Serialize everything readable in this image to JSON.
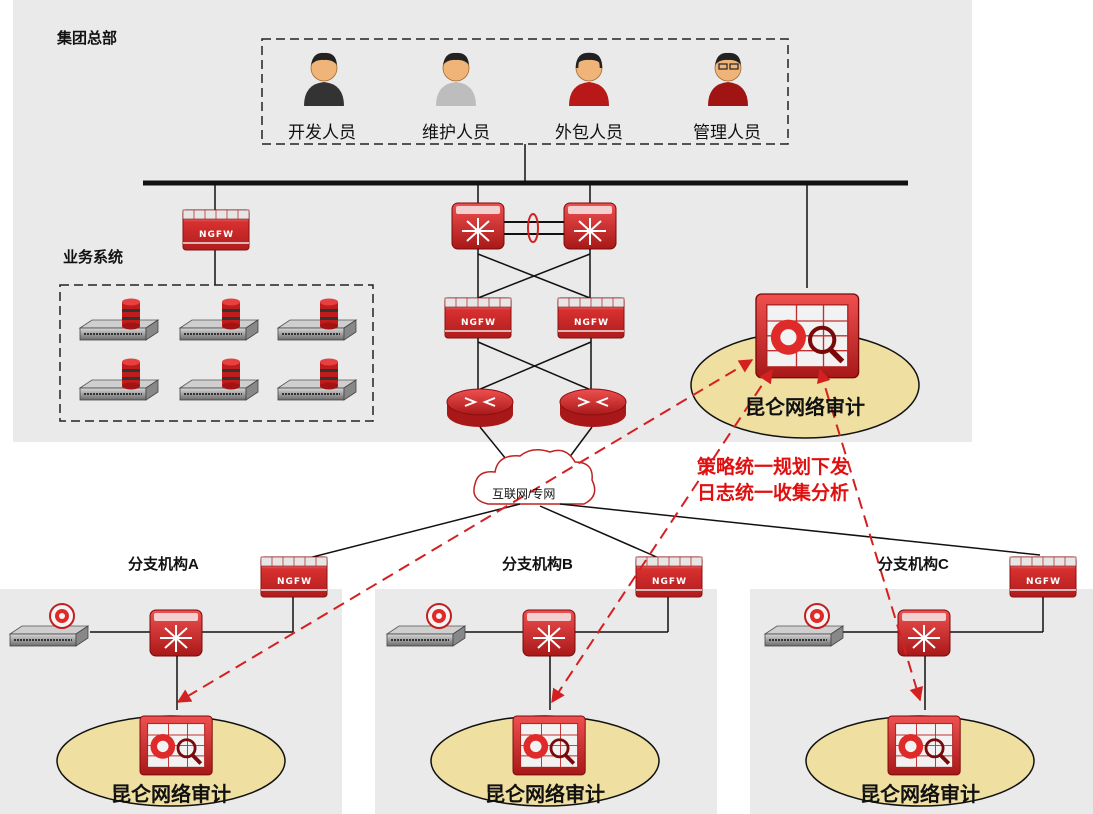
{
  "hq": {
    "title": "集团总部",
    "business_title": "业务系统",
    "users": [
      {
        "label": "开发人员",
        "icon": "developer-icon"
      },
      {
        "label": "维护人员",
        "icon": "maintainer-icon"
      },
      {
        "label": "外包人员",
        "icon": "outsourcer-icon"
      },
      {
        "label": "管理人员",
        "icon": "manager-icon"
      }
    ],
    "audit_label": "昆仑网络审计"
  },
  "network": {
    "cloud_label": "互联网/专网"
  },
  "note": {
    "line1": "策略统一规划下发",
    "line2": "日志统一收集分析"
  },
  "firewall_text": "NGFW",
  "branches": [
    {
      "title": "分支机构A",
      "audit_label": "昆仑网络审计"
    },
    {
      "title": "分支机构B",
      "audit_label": "昆仑网络审计"
    },
    {
      "title": "分支机构C",
      "audit_label": "昆仑网络审计"
    }
  ],
  "colors": {
    "region_bg": "#eaeaea",
    "device_red": "#d42c2c",
    "ellipse_fill": "#efdfa0",
    "arrow_red": "#d42020"
  }
}
